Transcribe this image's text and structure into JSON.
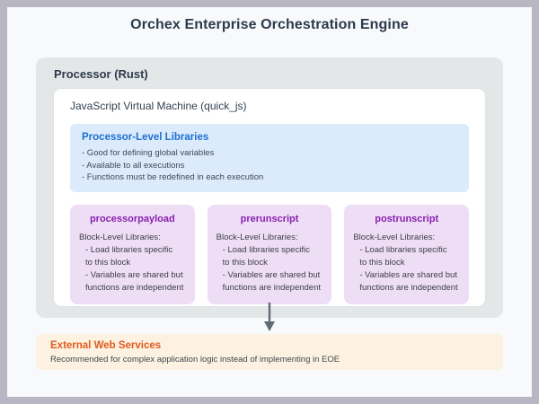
{
  "title": "Orchex Enterprise Orchestration Engine",
  "processor": {
    "label": "Processor (Rust)",
    "jvm": {
      "label": "JavaScript Virtual Machine (quick_js)",
      "processor_level": {
        "title": "Processor-Level Libraries",
        "bullets": [
          "- Good for defining global variables",
          "- Available to all executions",
          "- Functions must be redefined in each execution"
        ]
      },
      "blocks": [
        {
          "title": "processorpayload",
          "lines": [
            "Block-Level Libraries:",
            "- Load libraries specific",
            "to this block",
            "- Variables are shared but",
            "functions are independent"
          ]
        },
        {
          "title": "prerunscript",
          "lines": [
            "Block-Level Libraries:",
            "- Load libraries specific",
            "to this block",
            "- Variables are shared but",
            "functions are independent"
          ]
        },
        {
          "title": "postrunscript",
          "lines": [
            "Block-Level Libraries:",
            "- Load libraries specific",
            "to this block",
            "- Variables are shared but",
            "functions are independent"
          ]
        }
      ]
    }
  },
  "external": {
    "title": "External Web Services",
    "description": "Recommended for complex application logic instead of implementing in EOE"
  },
  "colors": {
    "frame_border": "#b9b6c3",
    "card_bg": "#f8f9fa",
    "title_text": "#2c3a4e",
    "processor_bg": "#e4e7e8",
    "jvm_bg": "#ffffff",
    "processor_level_bg": "#dcebfb",
    "processor_level_title": "#1b6fd3",
    "block_bg": "#eddef6",
    "block_title": "#8a1fb0",
    "external_bg": "#fdf2e1",
    "external_title": "#e2591d",
    "arrow": "#5f6a74"
  }
}
